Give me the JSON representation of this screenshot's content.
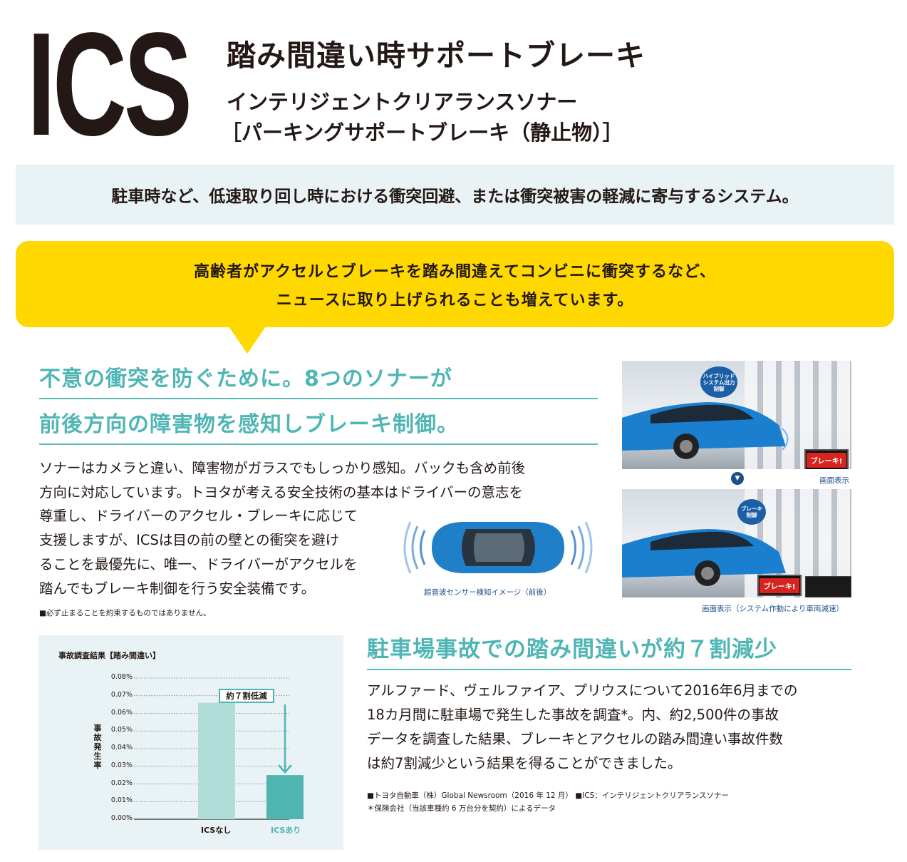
{
  "header": {
    "logo": "ICS",
    "title": "踏み間違い時サポートブレーキ",
    "subtitle_1": "インテリジェントクリアランスソナー",
    "subtitle_2": "［パーキングサポートブレーキ（静止物）］"
  },
  "summary": "駐車時など、低速取り回し時における衝突回避、または衝突被害の軽減に寄与するシステム。",
  "callout": {
    "line_1": "高齢者がアクセルとブレーキを踏み間違えてコンビニに衝突するなど、",
    "line_2": "ニュースに取り上げられることも増えています。"
  },
  "section1": {
    "heading_1": "不意の衝突を防ぐために。8つのソナーが",
    "heading_2": "前後方向の障害物を感知しブレーキ制御。",
    "lines": [
      "ソナーはカメラと違い、障害物がガラスでもしっかり感知。バックも含め前後",
      "方向に対応しています。トヨタが考える安全技術の基本はドライバーの意志を",
      "尊重し、ドライバーのアクセル・ブレーキに応じて",
      "支援しますが、ICSは目の前の壁との衝突を避け",
      "ることを最優先に、唯一、ドライバーがアクセルを",
      "踏んでもブレーキ制御を行う安全装備です。"
    ],
    "note": "■必ず止まることを約束するものではありません。",
    "sensor_caption": "超音波センサー検知イメージ（前後）"
  },
  "photos": {
    "balloon_1": "ハイブリッド\nシステム出力\n制御",
    "balloon_2": "ブレーキ\n制御",
    "badge": "ブレーキ!",
    "caption_1": "画面表示",
    "caption_2": "画面表示（システム作動により車両減速）",
    "arrow": "▼"
  },
  "chart_data": {
    "type": "bar",
    "title": "事故調査結果【踏み間違い】",
    "ylabel": "事故発生率",
    "xlabel": "",
    "categories": [
      "ICSなし",
      "ICSあり"
    ],
    "values": [
      0.066,
      0.025
    ],
    "ylim": [
      0,
      0.08
    ],
    "yticks": [
      "0.00%",
      "0.01%",
      "0.02%",
      "0.03%",
      "0.04%",
      "0.05%",
      "0.06%",
      "0.07%",
      "0.08%"
    ],
    "annotation": "約７割低減",
    "grid": true,
    "colors": {
      "ICSなし": "#b0ddd7",
      "ICSあり": "#4fb5b0",
      "accent": "#4fb5b5"
    }
  },
  "section2": {
    "heading": "駐車場事故での踏み間違いが約７割減少",
    "lines": [
      "アルファード、ヴェルファイア、プリウスについて2016年6月までの",
      "18カ月間に駐車場で発生した事故を調査*。内、約2,500件の事故",
      "データを調査した結果、ブレーキとアクセルの踏み間違い事故件数",
      "は約7割減少という結果を得ることができました。"
    ],
    "footnote_1": "■トヨタ自動車（株）Global Newsroom（2016 年 12 月）  ■ICS：インテリジェントクリアランスソナー",
    "footnote_2": "＊保険会社（当該車種約 6 万台分を契約）によるデータ"
  }
}
